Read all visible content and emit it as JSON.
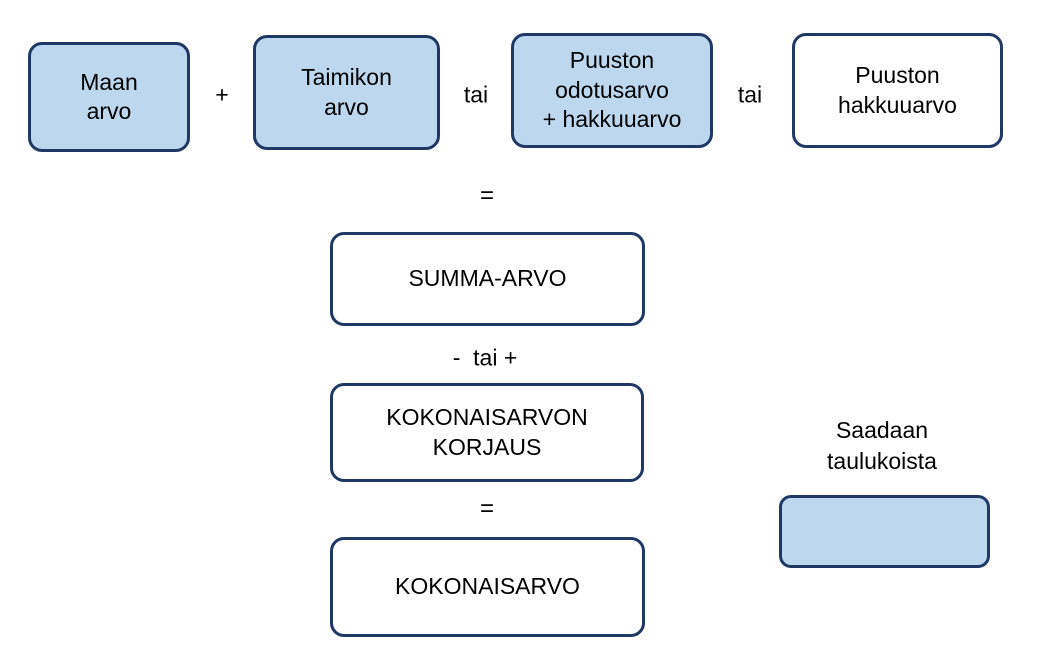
{
  "diagram": {
    "title": "Summa-arvomenetelma kaavio",
    "colors": {
      "border": "#1F3864",
      "fill_blue": "#BDD7EE",
      "fill_white": "#FFFFFF",
      "text": "#000000",
      "background": "#FFFFFF"
    },
    "nodes": [
      {
        "id": "maan-arvo",
        "label": "Maan\narvo",
        "filled": true
      },
      {
        "id": "taimikon-arvo",
        "label": "Taimikon\narvo",
        "filled": true
      },
      {
        "id": "puuston-odotusarvo",
        "label": "Puuston\nodotusarvo\n+ hakkuuarvo",
        "filled": true
      },
      {
        "id": "puuston-hakkuuarvo",
        "label": "Puuston\nhakkuuarvo",
        "filled": false
      },
      {
        "id": "summa-arvo",
        "label": "SUMMA-ARVO",
        "filled": false
      },
      {
        "id": "kokonaisarvon-korjaus",
        "label": "KOKONAISARVON\nKORJAUS",
        "filled": false
      },
      {
        "id": "kokonaisarvo",
        "label": "KOKONAISARVO",
        "filled": false
      }
    ],
    "operators": [
      {
        "id": "plus-1",
        "label": "+"
      },
      {
        "id": "tai-1",
        "label": "tai"
      },
      {
        "id": "tai-2",
        "label": "tai"
      },
      {
        "id": "equals-1",
        "label": "="
      },
      {
        "id": "minus-or-plus",
        "label": "-  tai +"
      },
      {
        "id": "equals-2",
        "label": "="
      }
    ],
    "legend": {
      "caption": "Saadaan\ntaulukoista",
      "swatch_fill": "#BDD7EE"
    }
  }
}
